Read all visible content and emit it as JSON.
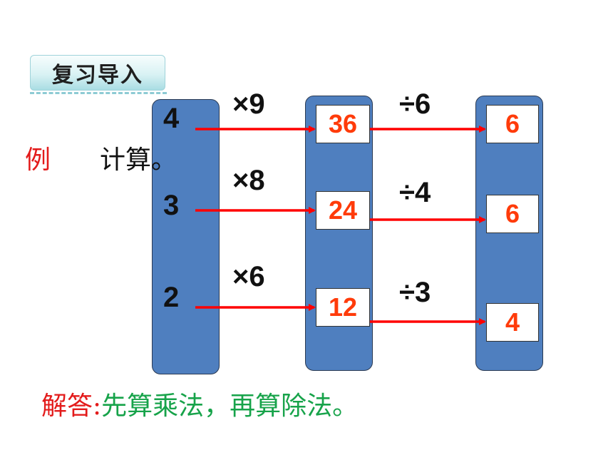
{
  "section_tag": "复习导入",
  "example": {
    "label": "例",
    "text": "计算。"
  },
  "start_values": [
    "4",
    "3",
    "2"
  ],
  "multipliers": [
    "×9",
    "×8",
    "×6"
  ],
  "middle_values": [
    "36",
    "24",
    "12"
  ],
  "divisors": [
    "÷6",
    "÷4",
    "÷3"
  ],
  "final_values": [
    "6",
    "6",
    "4"
  ],
  "answer": {
    "label": "解答:",
    "text": "先算乘法，再算除法。"
  },
  "colors": {
    "column": "#4f7fbf",
    "arrow": "#ff0000",
    "result_text": "#ff3b0a",
    "example_label": "#e31b1b",
    "answer_text": "#17a34a"
  }
}
